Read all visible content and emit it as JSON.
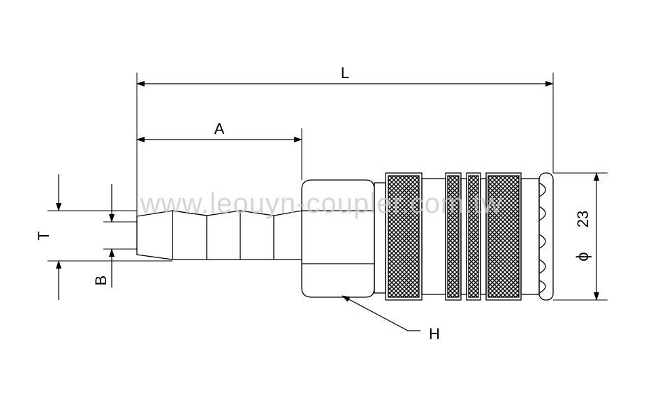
{
  "dimensions": {
    "overall_length": "L",
    "hose_barb_length": "A",
    "hose_diameter": "T",
    "bore": "B",
    "hex": "H",
    "outer_diameter_symbol": "ϕ",
    "outer_diameter_value": "23"
  },
  "watermark": "www.leouyn-coupler.com.tw"
}
